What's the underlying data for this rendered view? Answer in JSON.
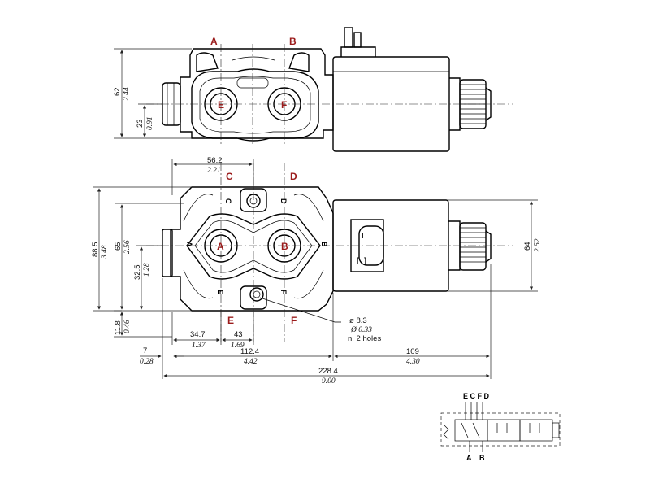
{
  "ports": {
    "top": {
      "a": "A",
      "b": "B",
      "e": "E",
      "f": "F"
    },
    "front": {
      "c": "C",
      "d": "D",
      "a": "A",
      "b": "B",
      "e": "E",
      "f": "F",
      "c_side": "C",
      "d_side": "D",
      "e_side": "E",
      "f_side": "F",
      "a_side": "A",
      "b_side": "B"
    }
  },
  "dims_top": {
    "height_mm": "62",
    "height_in": "2.44",
    "port_mm": "23",
    "port_in": "0.91"
  },
  "dims_front": {
    "w56_mm": "56.2",
    "w56_in": "2.21",
    "h885_mm": "88.5",
    "h885_in": "3.48",
    "h65_mm": "65",
    "h65_in": "2.56",
    "h325_mm": "32.5",
    "h325_in": "1.28",
    "h64_mm": "64",
    "h64_in": "2.52",
    "h118_mm": "11.8",
    "h118_in": "0.46",
    "w347_mm": "34.7",
    "w347_in": "1.37",
    "w43_mm": "43",
    "w43_in": "1.69",
    "w7_mm": "7",
    "w7_in": "0.28",
    "w1124_mm": "112.4",
    "w1124_in": "4.42",
    "w109_mm": "109",
    "w109_in": "4.30",
    "w2284_mm": "228.4",
    "w2284_in": "9.00"
  },
  "hole_note": {
    "dia_mm": "ø 8.3",
    "dia_in": "Ø 0.33",
    "count": "n. 2 holes"
  },
  "schematic": {
    "top_ports": "E C F D",
    "a": "A",
    "b": "B"
  }
}
